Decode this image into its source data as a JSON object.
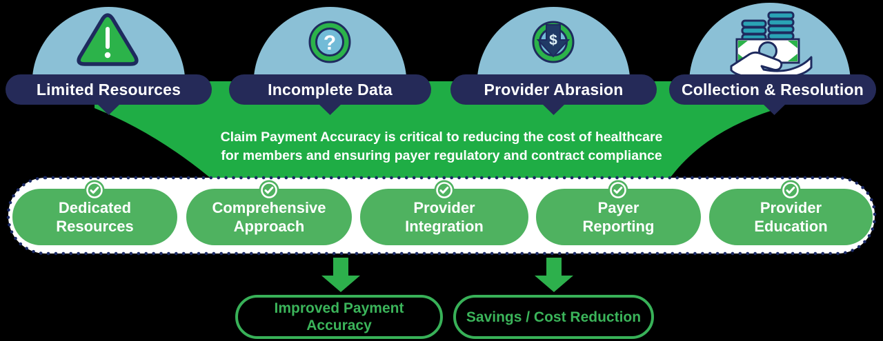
{
  "title": "Claim payment accuracy infographic",
  "colors": {
    "background": "#000000",
    "navy_pill": "#252a58",
    "dot_border_navy": "#1b2a66",
    "funnel_green": "#1fad45",
    "solution_green": "#4fb260",
    "outcome_green": "#3bb45a",
    "dome_light_blue": "#8bc0d6",
    "icon_inner_blue": "#72bbd7",
    "coin_teal": "#2aa3b5",
    "text_white": "#ffffff"
  },
  "challenges": {
    "items": [
      {
        "label": "Limited Resources",
        "icon": "warning-triangle-icon"
      },
      {
        "label": "Incomplete Data",
        "icon": "question-mark-icon"
      },
      {
        "label": "Provider Abrasion",
        "icon": "dollar-down-arrow-icon"
      },
      {
        "label": "Collection & Resolution",
        "icon": "money-in-hand-icon"
      }
    ]
  },
  "funnel": {
    "message_line1": "Claim Payment Accuracy is critical to reducing the cost of healthcare",
    "message_line2": "for members and ensuring payer regulatory and contract compliance"
  },
  "solutions": {
    "items": [
      {
        "label": "Dedicated\nResources",
        "icon": "check-icon"
      },
      {
        "label": "Comprehensive\nApproach",
        "icon": "check-icon"
      },
      {
        "label": "Provider\nIntegration",
        "icon": "check-icon"
      },
      {
        "label": "Payer\nReporting",
        "icon": "check-icon"
      },
      {
        "label": "Provider\nEducation",
        "icon": "check-icon"
      }
    ]
  },
  "outcomes": {
    "items": [
      {
        "label": "Improved Payment\nAccuracy"
      },
      {
        "label": "Savings / Cost Reduction"
      }
    ]
  },
  "icons": {
    "question_glyph": "?",
    "dollar_glyph": "$"
  }
}
